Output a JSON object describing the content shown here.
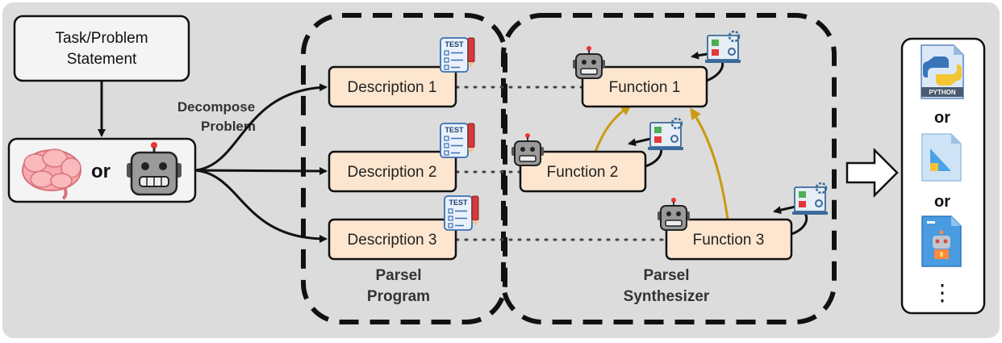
{
  "input": {
    "task_line1": "Task/Problem",
    "task_line2": "Statement",
    "agent_or": "or"
  },
  "decompose": {
    "line1": "Decompose",
    "line2": "Problem"
  },
  "parsel_program": {
    "line1": "Parsel",
    "line2": "Program",
    "descriptions": [
      "Description 1",
      "Description 2",
      "Description 3"
    ]
  },
  "test_badge": "TEST",
  "parsel_synthesizer": {
    "line1": "Parsel",
    "line2": "Synthesizer",
    "functions": [
      "Function 1",
      "Function 2",
      "Function 3"
    ]
  },
  "outputs": {
    "python_label": "PYTHON",
    "or_label": "or",
    "ellipsis": "⋮"
  },
  "colors": {
    "background": "#dcdcdc",
    "box_fill": "#fde6cf",
    "dependency_arrow": "#c99a13",
    "stroke": "#111111"
  }
}
